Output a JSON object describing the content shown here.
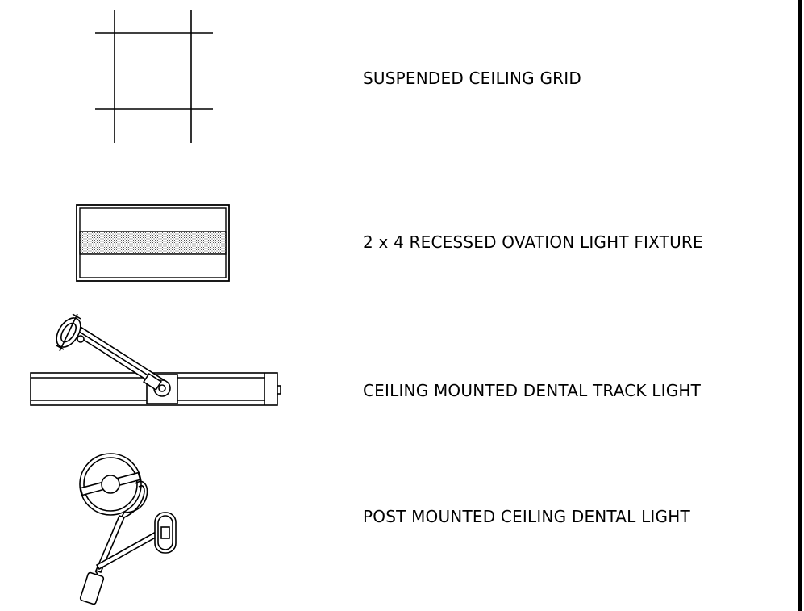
{
  "legend": {
    "items": [
      {
        "symbol": "suspended-ceiling-grid",
        "label": "SUSPENDED CEILING GRID"
      },
      {
        "symbol": "recessed-light-fixture",
        "label": "2 x 4 RECESSED OVATION LIGHT FIXTURE"
      },
      {
        "symbol": "dental-track-light",
        "label": "CEILING MOUNTED DENTAL TRACK LIGHT"
      },
      {
        "symbol": "post-mounted-dental-light",
        "label": "POST MOUNTED CEILING DENTAL LIGHT"
      }
    ]
  },
  "colors": {
    "line": "#000000",
    "background": "#ffffff",
    "fill_stipple": "#9a9a9a"
  }
}
